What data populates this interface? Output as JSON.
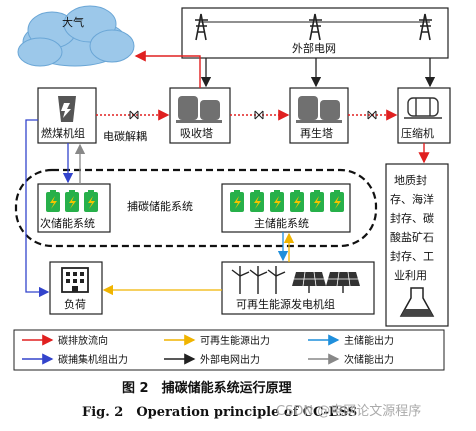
{
  "colors": {
    "carbon_emission": "#e02020",
    "renewable_output": "#f0b400",
    "primary_storage_output": "#1f8fdc",
    "capture_unit_output": "#3344cc",
    "grid_output": "#222222",
    "secondary_storage_output": "#888888",
    "cloud": "#9cc8ea",
    "battery_green": "#27b04a"
  },
  "nodes": {
    "atmosphere": "大气",
    "external_grid": "外部电网",
    "coal_unit": "燃煤机组",
    "carbon_decoupling": "电碳解耦",
    "absorber": "吸收塔",
    "regenerator": "再生塔",
    "compressor": "压缩机",
    "storage_utilization": [
      "地质封",
      "存、海洋",
      "封存、碳",
      "酸盐矿石",
      "封存、工",
      "业利用"
    ],
    "ccess": "捕碳储能系统",
    "secondary_storage": "次储能系统",
    "primary_storage": "主储能系统",
    "renewable_units": "可再生能源发电机组",
    "load": "负荷"
  },
  "legend": [
    {
      "label": "碳排放流向",
      "color_key": "carbon_emission"
    },
    {
      "label": "可再生能源出力",
      "color_key": "renewable_output"
    },
    {
      "label": "主储能出力",
      "color_key": "primary_storage_output"
    },
    {
      "label": "碳捕集机组出力",
      "color_key": "capture_unit_output"
    },
    {
      "label": "外部电网出力",
      "color_key": "grid_output"
    },
    {
      "label": "次储能出力",
      "color_key": "secondary_storage_output"
    }
  ],
  "caption": {
    "cn": "图 2　捕碳储能系统运行原理",
    "en": "Fig. 2　Operation principle of CC-ESS"
  },
  "watermark": "CSDN @电网论文源程序",
  "icons": [
    "cloud-icon",
    "transmission-tower-icon",
    "power-plant-icon",
    "tower-tank-icon",
    "compressor-icon",
    "battery-icon",
    "wind-turbine-icon",
    "solar-panel-icon",
    "building-icon",
    "flask-icon"
  ]
}
